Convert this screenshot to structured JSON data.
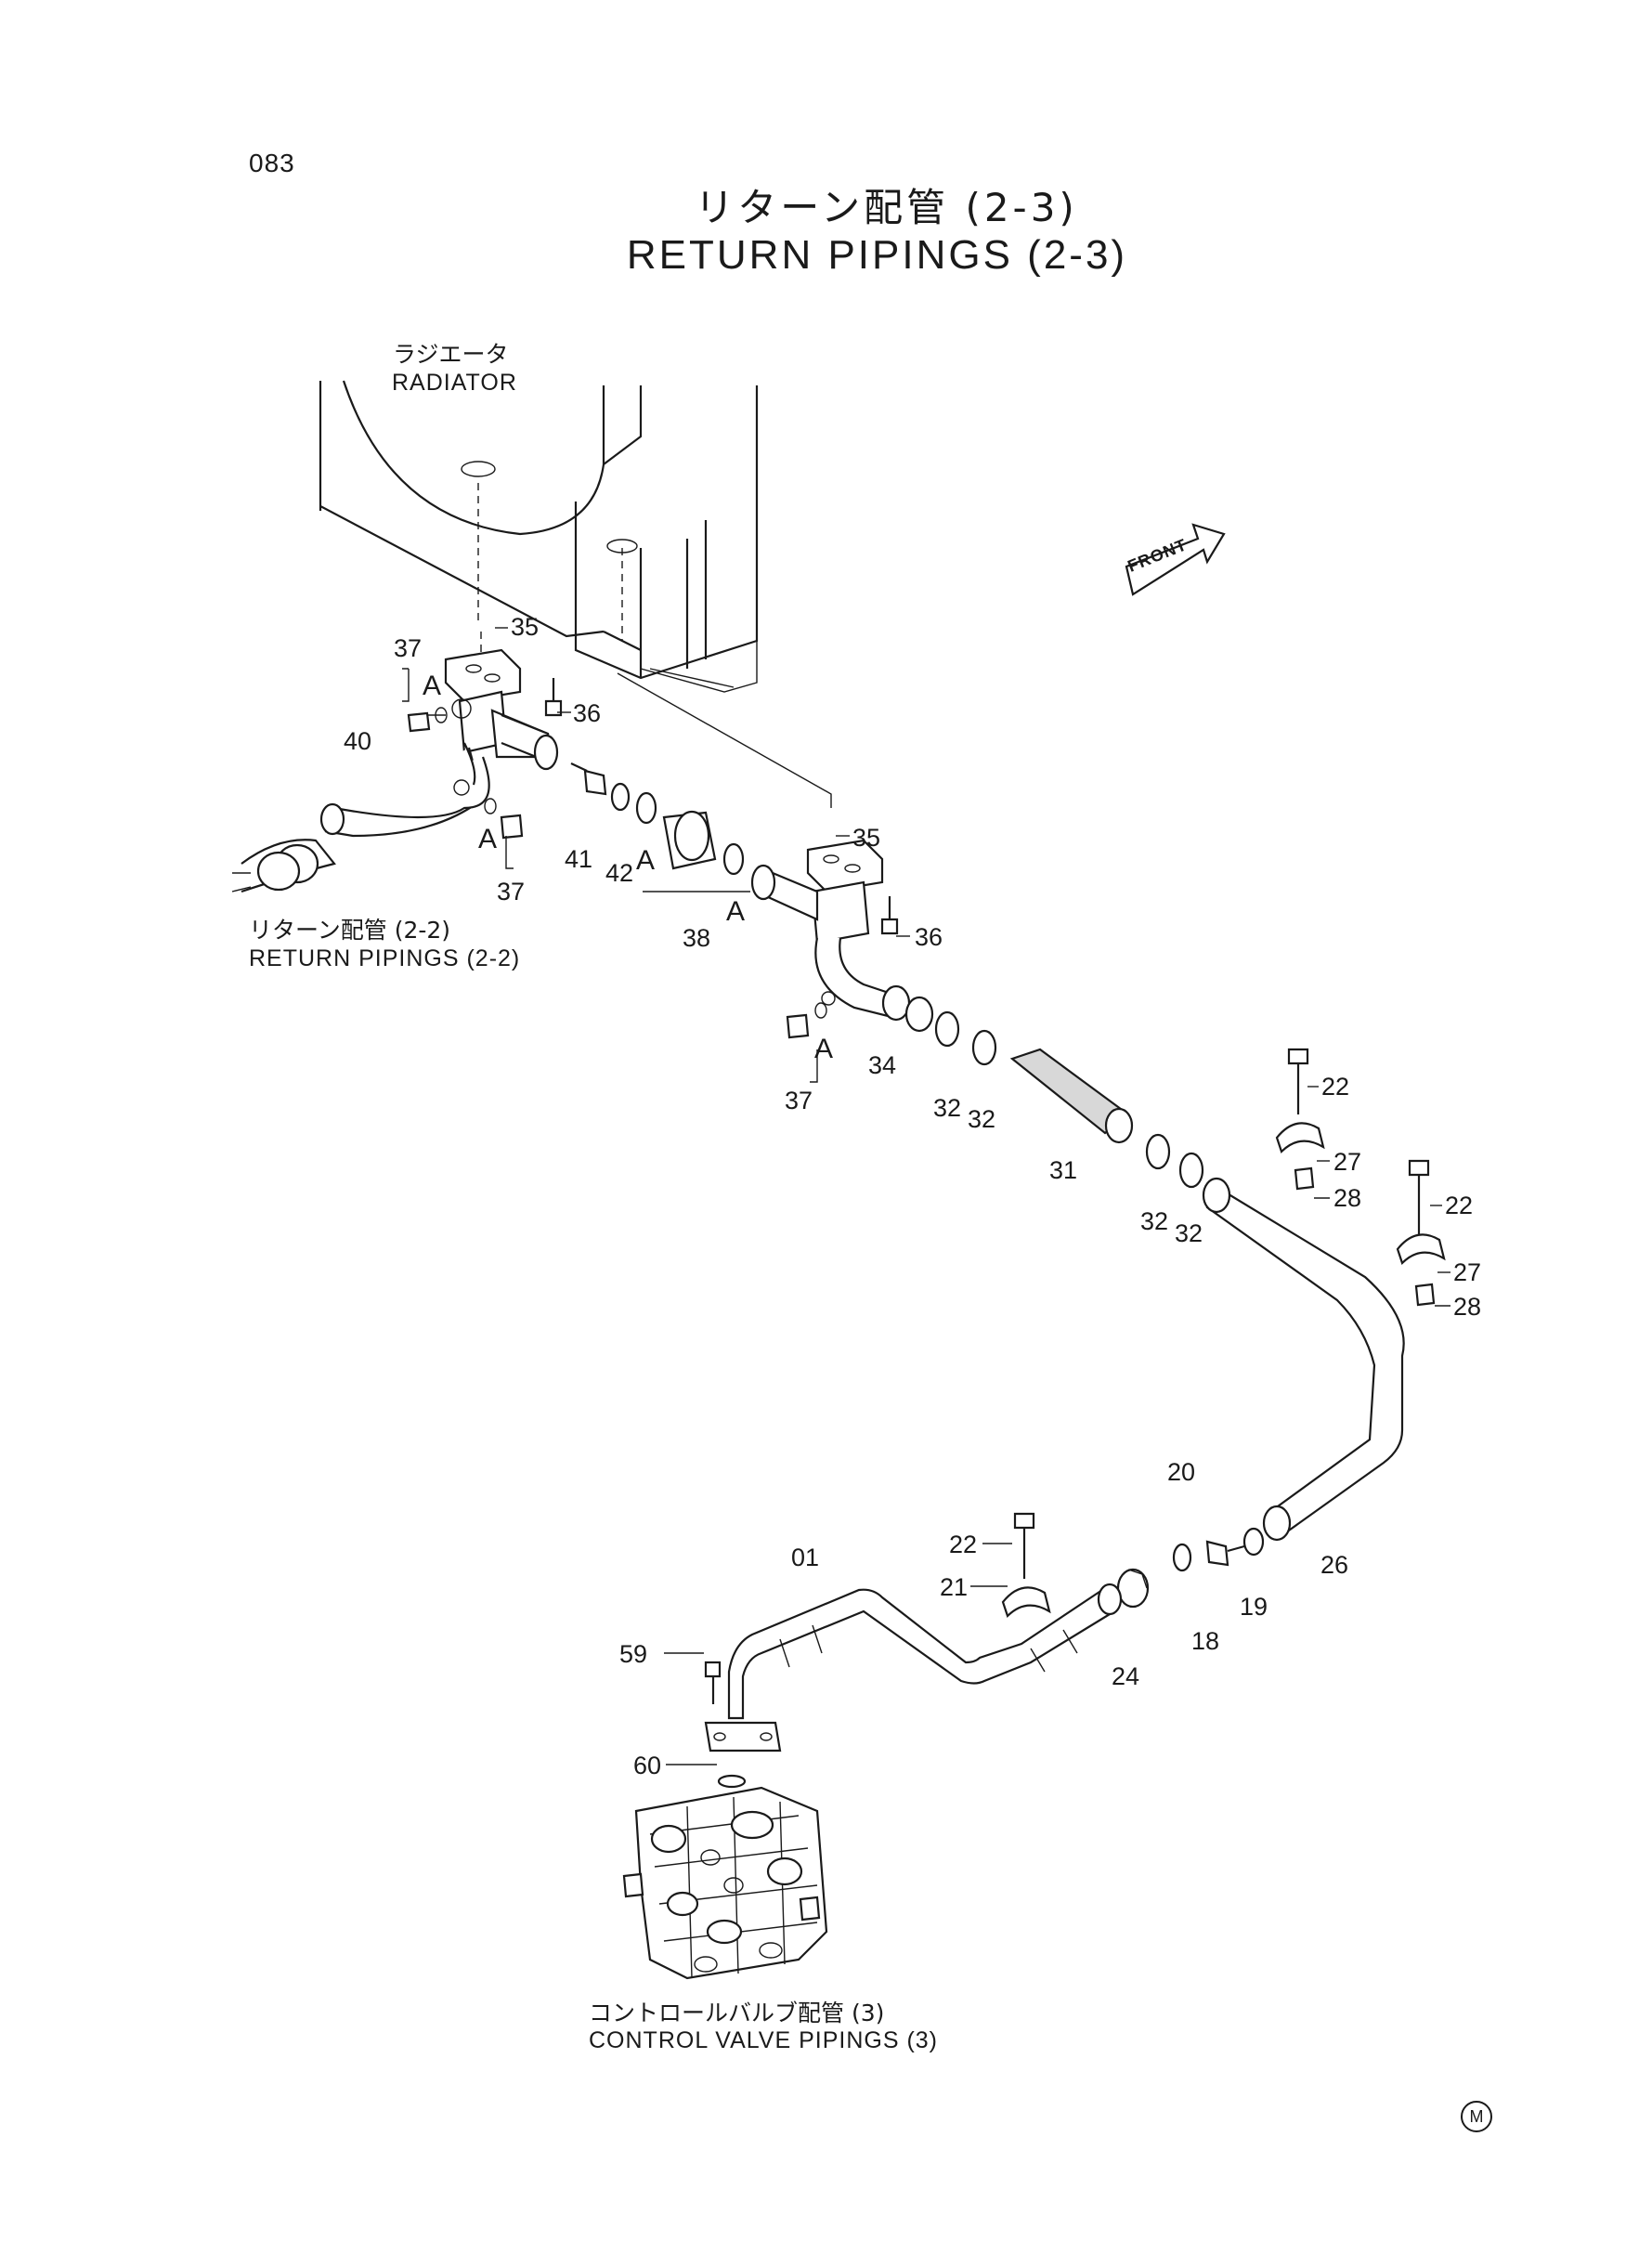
{
  "page_number": "083",
  "title_ja": "リターン配管 (2-3)",
  "title_en": "RETURN PIPINGS (2-3)",
  "radiator_ja": "ラジエータ",
  "radiator_en": "RADIATOR",
  "front_label": "FRONT",
  "left_ref_ja": "リターン配管 (2-2)",
  "left_ref_en": "RETURN PIPINGS (2-2)",
  "bottom_ref_ja": "コントロールバルブ配管 (3)",
  "bottom_ref_en": "CONTROL VALVE PIPINGS (3)",
  "detail_mark": "A",
  "manufacturer_mark": "M",
  "part_numbers": {
    "p01": "01",
    "p18": "18",
    "p19": "19",
    "p20": "20",
    "p21": "21",
    "p22": "22",
    "p24": "24",
    "p26": "26",
    "p27": "27",
    "p28": "28",
    "p31": "31",
    "p32": "32",
    "p34": "34",
    "p35": "35",
    "p36": "36",
    "p37": "37",
    "p38": "38",
    "p40": "40",
    "p41": "41",
    "p42": "42",
    "p59": "59",
    "p60": "60"
  }
}
